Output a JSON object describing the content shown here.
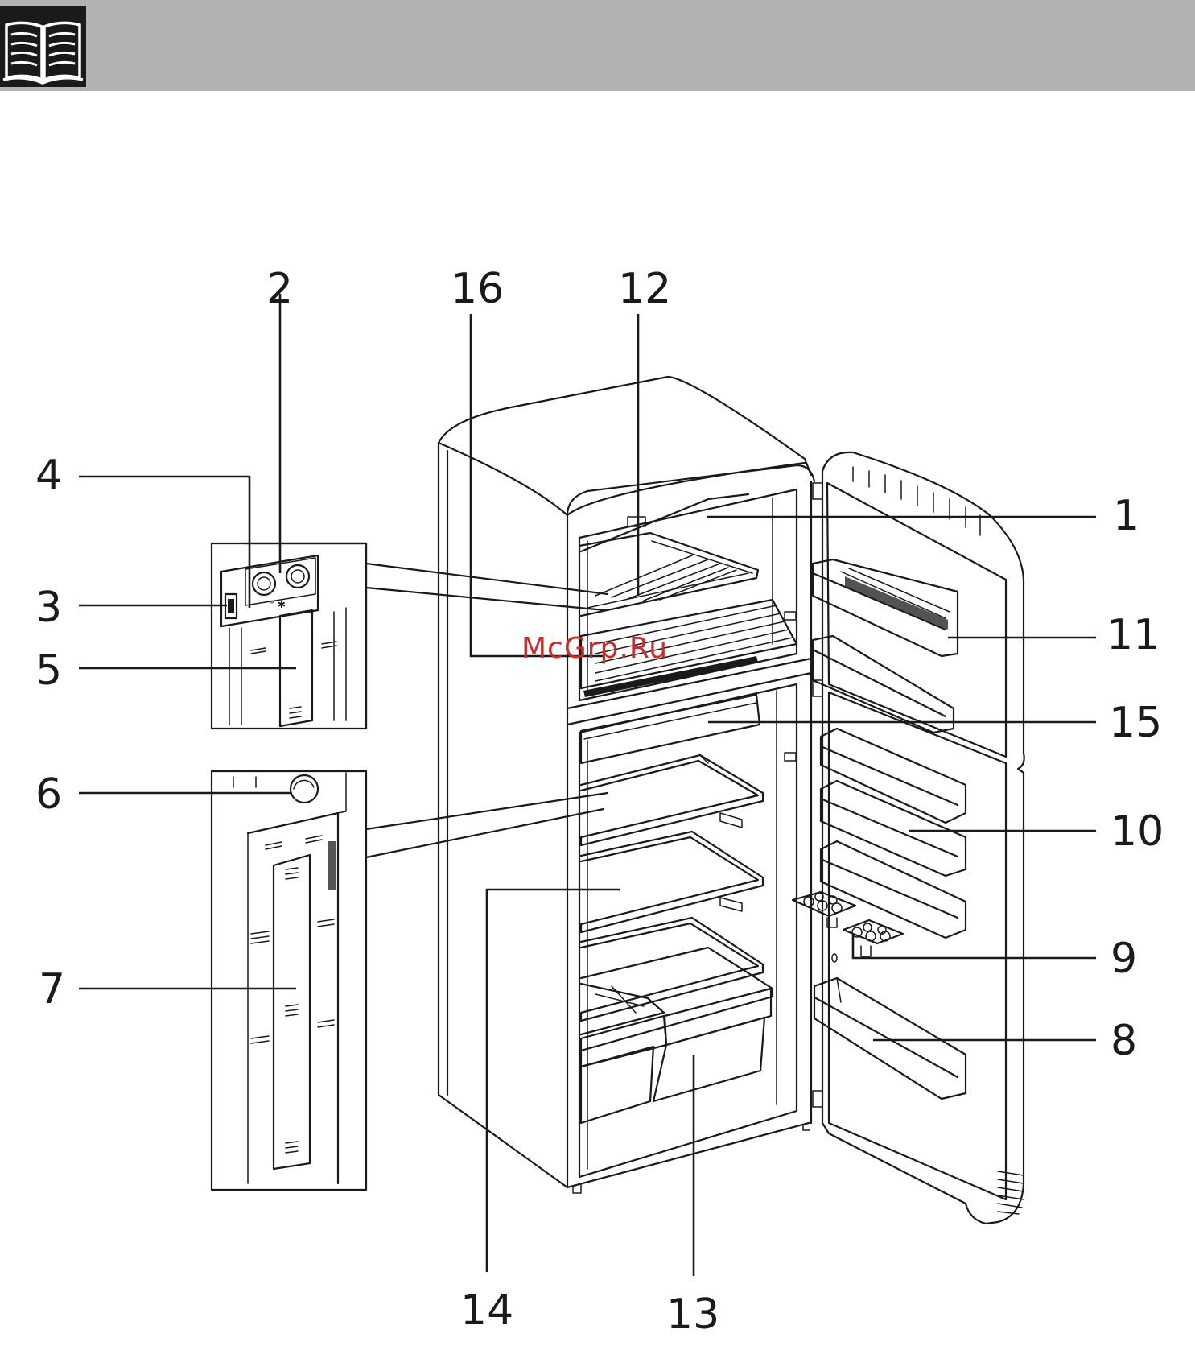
{
  "header": {
    "icon": "open-book-icon",
    "bar_color": "#b2b2b2"
  },
  "watermark": "McGrp.Ru",
  "callouts": [
    {
      "id": "c1",
      "label": "1"
    },
    {
      "id": "c2",
      "label": "2"
    },
    {
      "id": "c3",
      "label": "3"
    },
    {
      "id": "c4",
      "label": "4"
    },
    {
      "id": "c5",
      "label": "5"
    },
    {
      "id": "c6",
      "label": "6"
    },
    {
      "id": "c7",
      "label": "7"
    },
    {
      "id": "c8",
      "label": "8"
    },
    {
      "id": "c9",
      "label": "9"
    },
    {
      "id": "c10",
      "label": "10"
    },
    {
      "id": "c11",
      "label": "11"
    },
    {
      "id": "c12",
      "label": "12"
    },
    {
      "id": "c13",
      "label": "13"
    },
    {
      "id": "c14",
      "label": "14"
    },
    {
      "id": "c15",
      "label": "15"
    },
    {
      "id": "c16",
      "label": "16"
    }
  ]
}
